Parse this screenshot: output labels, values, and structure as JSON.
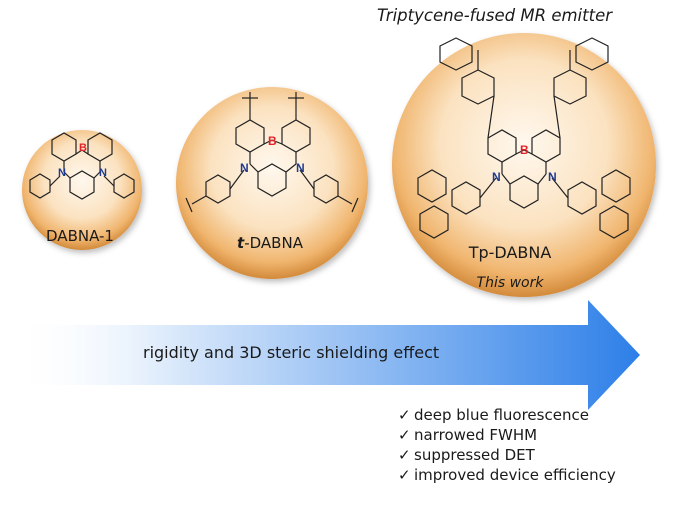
{
  "title": "Triptycene-fused MR emitter",
  "molecules": [
    {
      "label": "DABNA-1"
    },
    {
      "label_prefix": "t",
      "label_rest": "-DABNA"
    },
    {
      "label": "Tp-DABNA",
      "sublabel": "This work"
    }
  ],
  "atom_labels": {
    "boron": "B",
    "nitrogen": "N"
  },
  "arrow_text": "rigidity and 3D steric shielding effect",
  "benefits": [
    "deep blue fluorescence",
    "narrowed FWHM",
    "suppressed DET",
    "improved device efficiency"
  ],
  "check_glyph": "✓",
  "colors": {
    "circle_inner": "#fdf1e2",
    "circle_outer": "#d9923f",
    "arrow_start": "#ffffff",
    "arrow_end": "#2d7fe8",
    "boron": "#e0242a",
    "nitrogen": "#1f3a8f"
  }
}
